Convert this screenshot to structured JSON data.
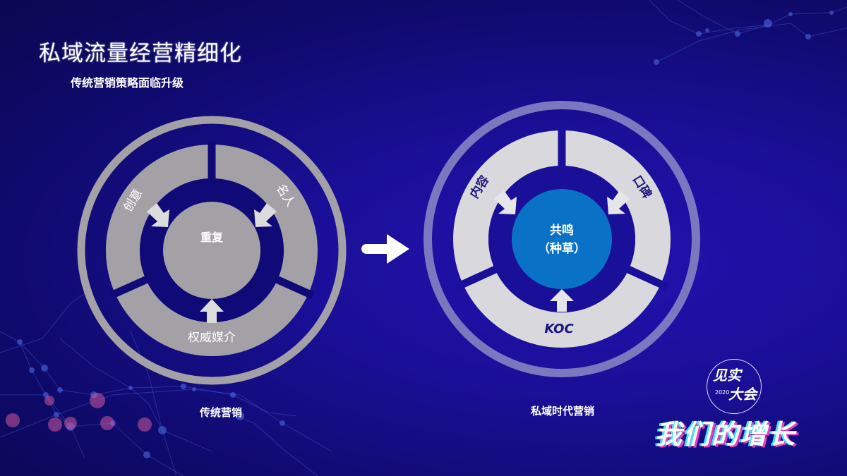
{
  "slide": {
    "title": "私域流量经营精细化",
    "subtitle": "传统营销策略面临升级"
  },
  "left_diagram": {
    "caption": "传统营销",
    "center": "重复",
    "segments": [
      "创意",
      "名人",
      "权威媒介"
    ],
    "colors": {
      "ring": "#a3a1a6",
      "segment": "#a3a1a6",
      "center": "#a3a1a6",
      "arrow": "#dcdcdc",
      "text": "#ffffff"
    }
  },
  "transition_arrow": {
    "icon": "right-arrow-icon",
    "color": "#ffffff"
  },
  "right_diagram": {
    "caption": "私域时代营销",
    "center_line1": "共鸣",
    "center_line2": "（种草）",
    "segments": [
      "内容",
      "口碑",
      "KOC"
    ],
    "colors": {
      "ring": "#7c78c0",
      "segment": "#d9d9dd",
      "center": "#0a72c6",
      "arrow": "#e6e6ea",
      "text": "#1a1480"
    }
  },
  "branding": {
    "logo_line1": "见实",
    "logo_line2": "大会",
    "logo_year": "2020",
    "slogan": "我们的增长"
  }
}
